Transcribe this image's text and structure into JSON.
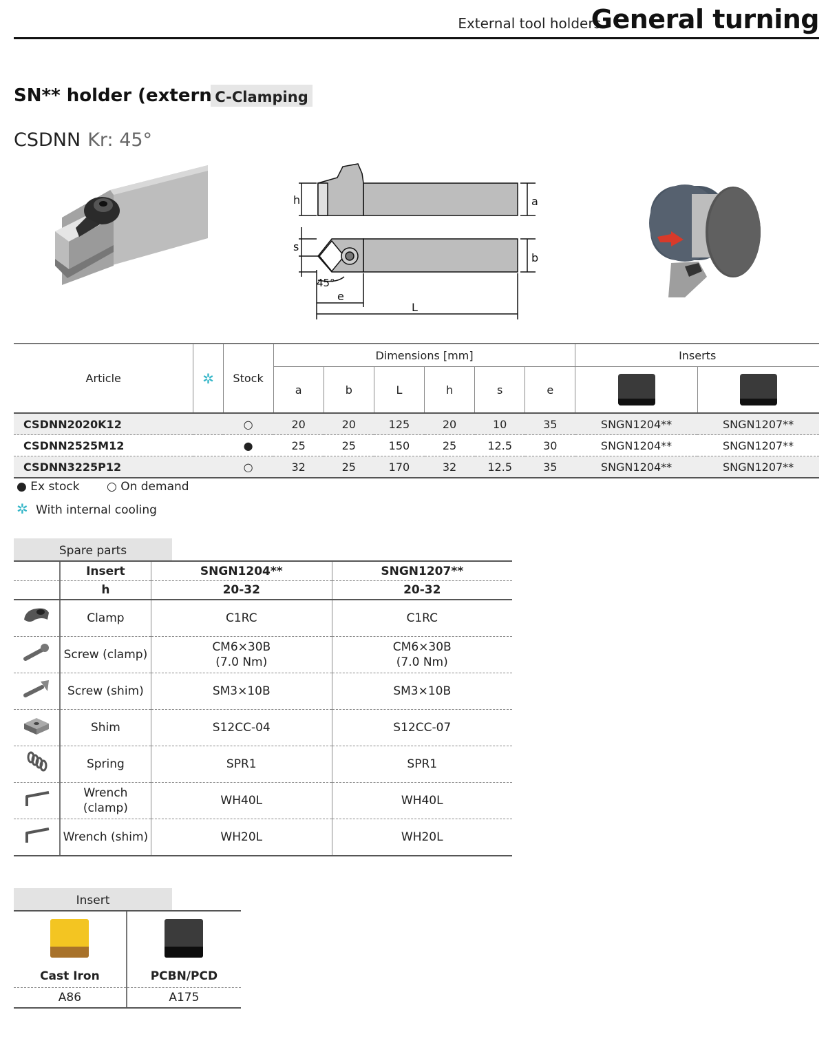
{
  "header": {
    "category": "External tool holders",
    "title": "General turning"
  },
  "section": {
    "title": "SN** holder (external)",
    "badge": "C-Clamping",
    "model": "CSDNN",
    "kr": "Kr: 45°"
  },
  "drawing": {
    "h": "h",
    "a": "a",
    "s": "s",
    "b": "b",
    "angle": "45°",
    "e": "e",
    "L": "L"
  },
  "main_table": {
    "article_header": "Article",
    "cooling_symbol": "✲",
    "stock_header": "Stock",
    "dimensions_header": "Dimensions [mm]",
    "inserts_header": "Inserts",
    "dim_cols": [
      "a",
      "b",
      "L",
      "h",
      "s",
      "e"
    ],
    "rows": [
      {
        "article": "CSDNN2020K12",
        "stock": "○",
        "a": "20",
        "b": "20",
        "L": "125",
        "h": "20",
        "s": "10",
        "e": "35",
        "insert1": "SNGN1204**",
        "insert2": "SNGN1207**"
      },
      {
        "article": "CSDNN2525M12",
        "stock": "●",
        "a": "25",
        "b": "25",
        "L": "150",
        "h": "25",
        "s": "12.5",
        "e": "30",
        "insert1": "SNGN1204**",
        "insert2": "SNGN1207**"
      },
      {
        "article": "CSDNN3225P12",
        "stock": "○",
        "a": "32",
        "b": "25",
        "L": "170",
        "h": "32",
        "s": "12.5",
        "e": "35",
        "insert1": "SNGN1204**",
        "insert2": "SNGN1207**"
      }
    ]
  },
  "legend": {
    "ex_stock": "● Ex stock",
    "on_demand": "○ On demand",
    "cooling_symbol": "✲",
    "cooling": "With internal cooling"
  },
  "spare_parts": {
    "label": "Spare parts",
    "insert_label": "Insert",
    "h_label": "h",
    "col1": "SNGN1204**",
    "col2": "SNGN1207**",
    "h1": "20-32",
    "h2": "20-32",
    "rows": [
      {
        "icon": "clamp-icon",
        "name": "Clamp",
        "v1": "C1RC",
        "v2": "C1RC"
      },
      {
        "icon": "screw-icon",
        "name": "Screw (clamp)",
        "v1a": "CM6×30B",
        "v1b": "(7.0 Nm)",
        "v2a": "CM6×30B",
        "v2b": "(7.0 Nm)"
      },
      {
        "icon": "countersunk-screw-icon",
        "name": "Screw (shim)",
        "v1": "SM3×10B",
        "v2": "SM3×10B"
      },
      {
        "icon": "shim-icon",
        "name": "Shim",
        "v1": "S12CC-04",
        "v2": "S12CC-07"
      },
      {
        "icon": "spring-icon",
        "name": "Spring",
        "v1": "SPR1",
        "v2": "SPR1"
      },
      {
        "icon": "wrench-icon",
        "name": "Wrench (clamp)",
        "v1": "WH40L",
        "v2": "WH40L"
      },
      {
        "icon": "wrench-icon",
        "name": "Wrench (shim)",
        "v1": "WH20L",
        "v2": "WH20L"
      }
    ]
  },
  "insert_grades": {
    "label": "Insert",
    "grades": [
      {
        "material": "Cast Iron",
        "code": "A86",
        "color": "#f3c522"
      },
      {
        "material": "PCBN/PCD",
        "code": "A175",
        "color": "#3b3b3b"
      }
    ]
  }
}
